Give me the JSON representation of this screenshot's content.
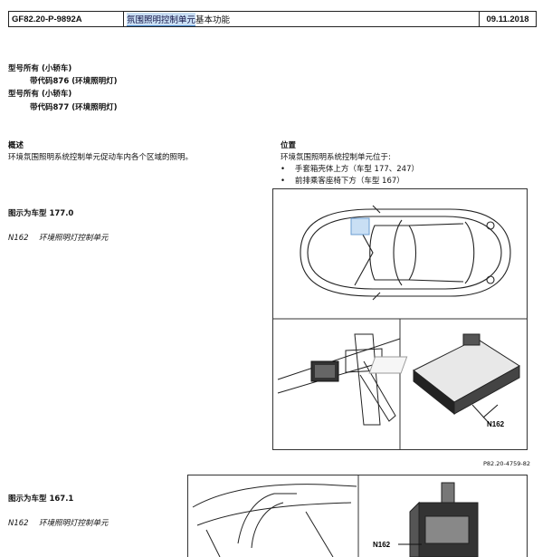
{
  "header": {
    "doc_id": "GF82.20-P-9892A",
    "title_highlight": "氛围照明控制单元",
    "title_rest": "基本功能",
    "date": "09.11.2018"
  },
  "models": [
    {
      "line": "型号所有 (小轿车)",
      "code": "带代码876 (环境照明灯)"
    },
    {
      "line": "型号所有 (小轿车)",
      "code": "带代码877 (环境照明灯)"
    }
  ],
  "overview": {
    "heading": "概述",
    "text": "环境氛围照明系统控制单元促动车内各个区域的照明。"
  },
  "location": {
    "heading": "位置",
    "intro": "环境氛围照明系统控制单元位于:",
    "bullets": [
      "手套箱壳体上方（车型 177、247）",
      "前排乘客座椅下方（车型 167）"
    ]
  },
  "figure1": {
    "caption": "图示为车型 177.0",
    "legend_code": "N162",
    "legend_text": "环境照明灯控制单元",
    "callout": "N162",
    "ref": "P82.20-4759-82"
  },
  "figure2": {
    "caption": "图示为车型 167.1",
    "legend_code": "N162",
    "legend_text": "环境照明灯控制单元",
    "callout": "N162"
  }
}
